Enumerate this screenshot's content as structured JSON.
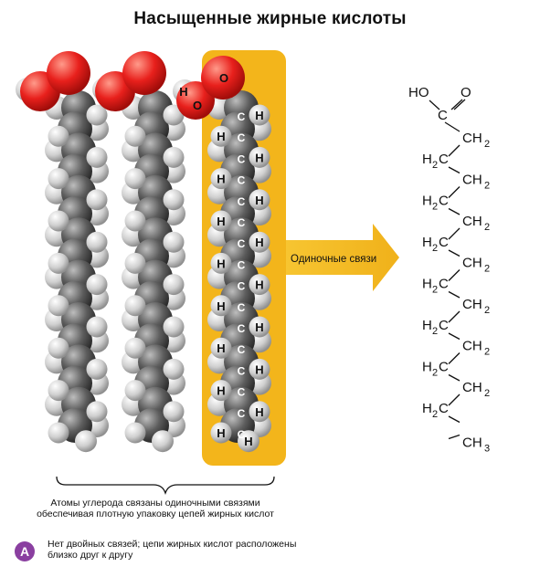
{
  "title": "Насыщенные жирные кислоты",
  "arrow_label": "Одиночные связи",
  "caption": "Атомы углерода связаны одиночными связями обеспечивая плотную упаковку цепей жирных кислот",
  "note_badge": "A",
  "note": "Нет двойных связей; цепи жирных кислот расположены близко друг к другу",
  "atom_labels": {
    "carbon": "C",
    "hydrogen": "H",
    "oxygen": "O"
  },
  "formula": {
    "top": "HO",
    "oxygen": "O",
    "carbon": "C",
    "right_group": "CH",
    "left_group": "H",
    "left_sub": "2",
    "left_carbon": "C",
    "right_sub": "2",
    "last_group": "CH",
    "last_sub": "3"
  },
  "colors": {
    "highlight": "#f3b51b",
    "oxygen": "#e8201c",
    "carbon": "#5a5a5a",
    "hydrogen": "#d8d8d8",
    "badge": "#8a3fa0"
  }
}
